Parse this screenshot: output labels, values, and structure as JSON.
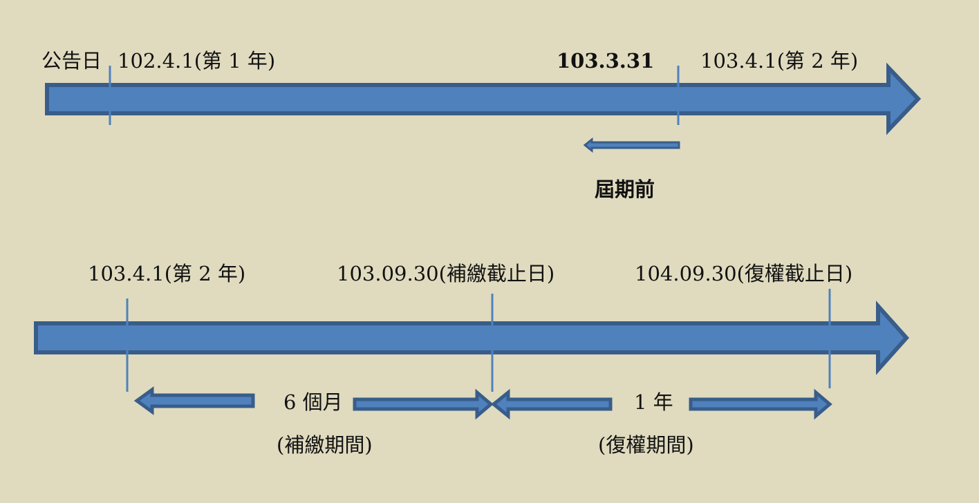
{
  "colors": {
    "background": "#e0dbbf",
    "arrow_fill": "#4f81bd",
    "arrow_stroke": "#385d8a"
  },
  "top": {
    "announce_label": "公告日",
    "start_date": "102.4.1(第 1 年)",
    "expiry_date": "103.3.31",
    "year2_date": "103.4.1(第 2 年)",
    "before_expiry": "屆期前"
  },
  "bottom": {
    "year2_date": "103.4.1(第 2 年)",
    "payment_deadline": "103.09.30(補繳截止日)",
    "reinstatement_deadline": "104.09.30(復權截止日)",
    "six_months": "6 個月",
    "payment_period": "(補繳期間)",
    "one_year": "1 年",
    "reinstatement_period": "(復權期間)"
  }
}
